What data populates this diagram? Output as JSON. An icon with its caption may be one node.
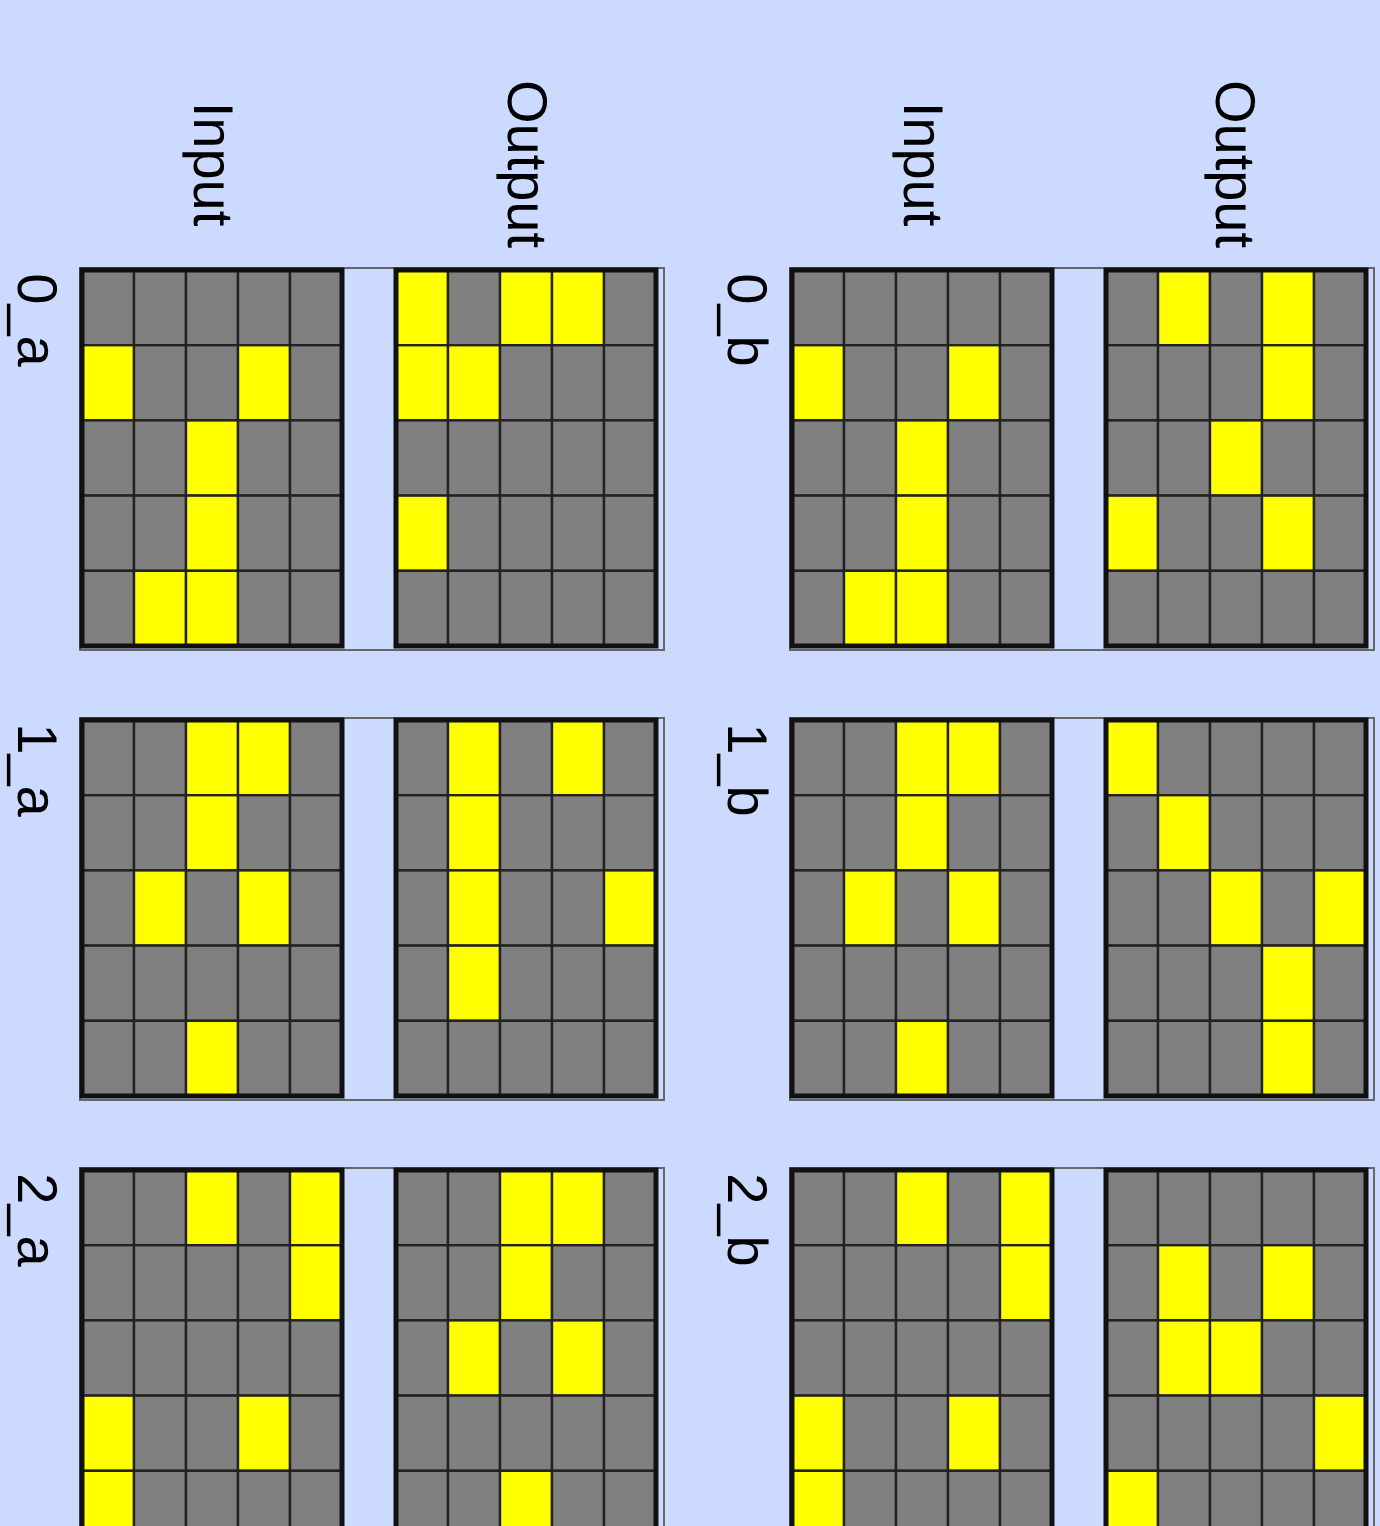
{
  "diagram": {
    "labels": [
      "Input",
      "Output",
      "Input",
      "Output",
      "0_a",
      "0_b",
      "1_a",
      "1_b",
      "2_a",
      "2_b"
    ]
  }
}
